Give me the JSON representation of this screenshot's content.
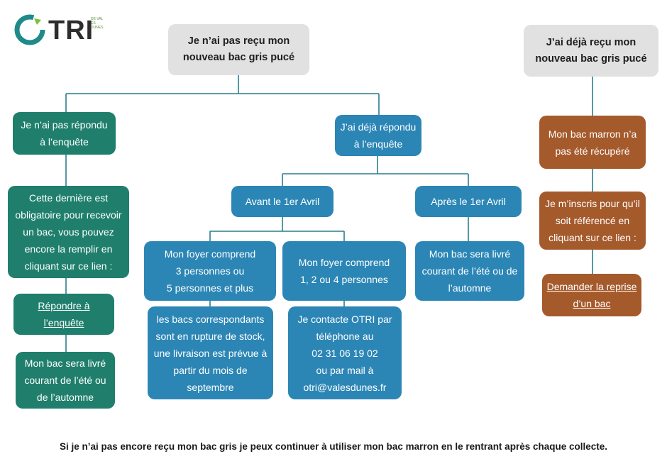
{
  "logo": {
    "text": "TRI",
    "subtext": "DE VAL ES DUNES"
  },
  "colors": {
    "grey": "#e1e1e1",
    "green": "#1f7f6c",
    "blue": "#2c86b5",
    "brown": "#a55a2c",
    "line": "#2a7f8c"
  },
  "nodes": {
    "not_received": "Je n’ai pas reçu mon\nnouveau bac gris pucé",
    "already_received": "J’ai déjà reçu mon\nnouveau bac gris pucé",
    "not_answered": "Je n’ai pas répondu\nà l’enquête",
    "already_answered": "J’ai déjà répondu\nà l’enquête",
    "survey_mandatory": "Cette dernière est\nobligatoire pour recevoir\nun bac, vous pouvez\nencore la remplir en\ncliquant sur ce lien :",
    "answer_survey_link": "Répondre à\nl’enquête",
    "delivered_summer_left": "Mon bac sera livré\ncourant de l’été ou\nde l’automne",
    "before_april": "Avant le 1er Avril",
    "after_april": "Après le 1er Avril",
    "household_3plus": "Mon foyer comprend\n3 personnes ou\n5 personnes et plus",
    "household_124": "Mon foyer comprend\n1, 2 ou 4 personnes",
    "out_of_stock": "les bacs correspondants\nsont en rupture de stock,\nune livraison est prévue à\npartir du mois de\nseptembre",
    "contact_otri": "Je contacte OTRI par\ntéléphone au\n02 31 06 19 02\nou par mail à\notri@valesdunes.fr",
    "delivered_summer_mid": "Mon bac sera livré\ncourant de l’été ou de\nl’automne",
    "brown_not_collected": "Mon bac marron n’a\npas été récupéré",
    "register_link_text": "Je m’inscris pour qu’il\nsoit référencé en\ncliquant sur ce lien :",
    "request_pickup_link": "Demander la reprise\nd’un bac"
  },
  "footer": "Si je n’ai pas encore reçu mon bac gris je peux continuer à utiliser mon bac marron en le rentrant après chaque collecte."
}
